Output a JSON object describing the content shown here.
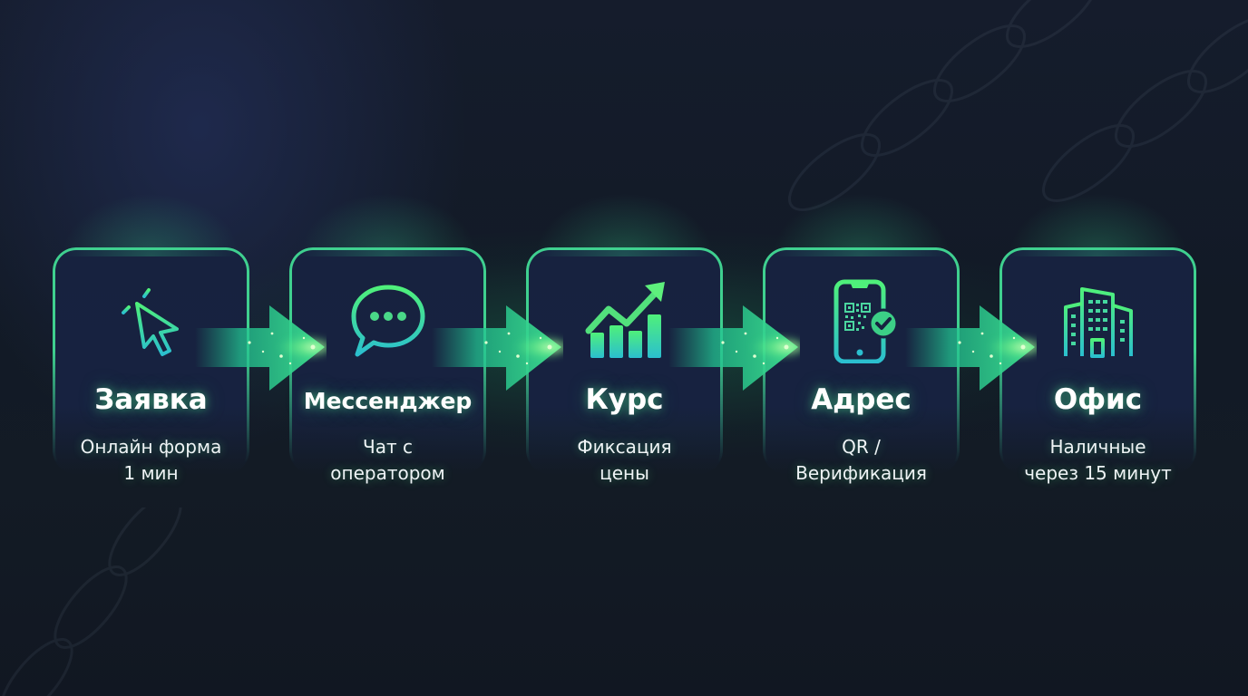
{
  "colors": {
    "background": "#111722",
    "card_fill": "#17223f",
    "card_border": "#3fd08f",
    "accent_green": "#4ff07a",
    "accent_teal": "#2bbfcf",
    "text": "#ffffff"
  },
  "steps": [
    {
      "title": "Заявка",
      "subtitle_line1": "Онлайн форма",
      "subtitle_line2": "1 мин",
      "icon": "cursor-click-icon"
    },
    {
      "title": "Мессенджер",
      "subtitle_line1": "Чат с",
      "subtitle_line2": "оператором",
      "icon": "chat-bubble-icon"
    },
    {
      "title": "Курс",
      "subtitle_line1": "Фиксация",
      "subtitle_line2": "цены",
      "icon": "growth-chart-icon"
    },
    {
      "title": "Адрес",
      "subtitle_line1": "QR /",
      "subtitle_line2": "Верификация",
      "icon": "phone-qr-check-icon"
    },
    {
      "title": "Офис",
      "subtitle_line1": "Наличные",
      "subtitle_line2": "через 15 минут",
      "icon": "office-building-icon"
    }
  ],
  "connectors": [
    {
      "icon": "arrow-right-icon"
    },
    {
      "icon": "arrow-right-icon"
    },
    {
      "icon": "arrow-right-icon"
    },
    {
      "icon": "arrow-right-icon"
    }
  ]
}
